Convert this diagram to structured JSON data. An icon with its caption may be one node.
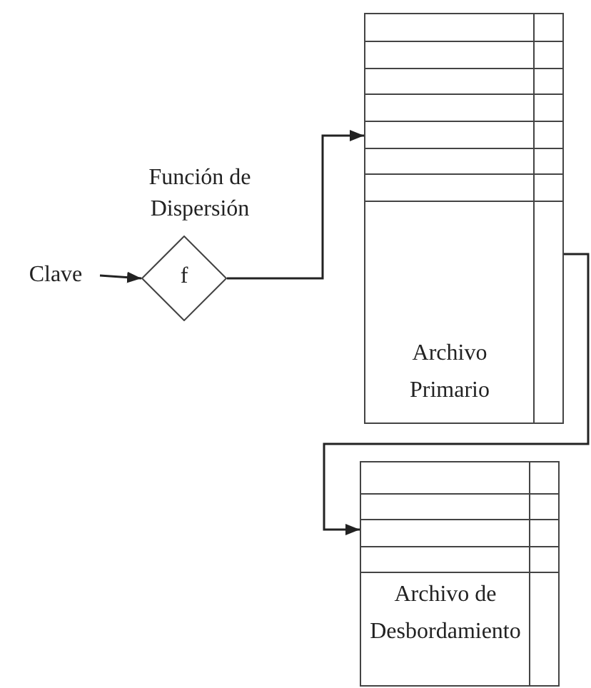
{
  "diagram": {
    "nodes": [
      {
        "text": [
          "Clave"
        ]
      },
      {
        "text": [
          "f"
        ],
        "beside": [
          "Función de Dispersión"
        ]
      },
      {
        "text": [
          "Archivo Primario"
        ]
      },
      {
        "text": [
          "Archivo de Desbordamiento"
        ]
      }
    ],
    "edges": [
      {
        "from": 0,
        "to": 1,
        "arrow": "to"
      },
      {
        "from": 1,
        "to": 2,
        "arrow": "to"
      },
      {
        "from": 2,
        "to": 3,
        "arrow": "to"
      }
    ]
  }
}
